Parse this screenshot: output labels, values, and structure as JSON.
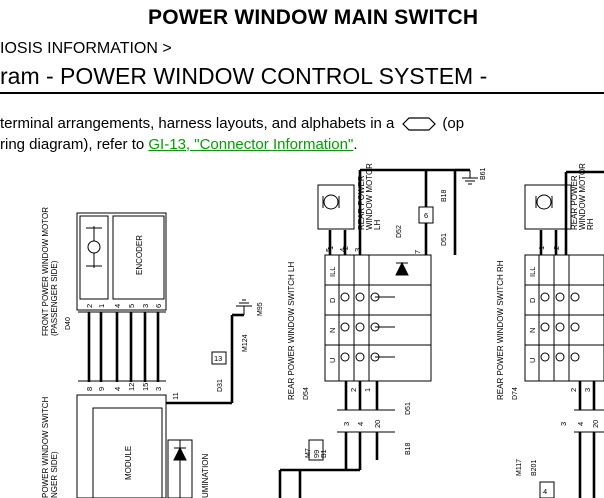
{
  "header": {
    "title": "POWER WINDOW MAIN SWITCH",
    "breadcrumb": "IOSIS INFORMATION >",
    "section_title": "ram - POWER WINDOW CONTROL SYSTEM -"
  },
  "intro": {
    "line1_text": "terminal arrangements, harness layouts, and alphabets in a",
    "line1_tail": "(op",
    "line2_text": "ring diagram), refer to ",
    "link_text": "GI-13, \"Connector Information\"",
    "line2_end": "."
  },
  "diagram": {
    "front_motor_label_1": "FRONT POWER WINDOW MOTOR",
    "front_motor_label_2": "(PASSENGER SIDE)",
    "front_motor_conn": "D40",
    "encoder_label": "ENCODER",
    "front_motor_pins": [
      "2",
      "1",
      "4",
      "5",
      "3",
      "6"
    ],
    "front_switch_label_1": "POWER WINDOW SWITCH",
    "front_switch_label_2": "NGER SIDE)",
    "front_switch_pins": [
      "8",
      "9",
      "4",
      "12",
      "15",
      "3"
    ],
    "module_label": "MODULE",
    "illum_label": "UMINATION",
    "wire_pin_11": "11",
    "conn_d31": "D31",
    "conn_13": "13",
    "conn_m124": "M124",
    "conn_m95": "M95",
    "rear_lh_motor_1": "REAR POWER",
    "rear_lh_motor_2": "WINDOW MOTOR",
    "rear_lh_motor_3": "LH",
    "rear_lh_conn": "D52",
    "rear_lh_motor_pins": [
      "1",
      "2"
    ],
    "rear_lh_switch_label": "REAR POWER WINDOW SWITCH LH",
    "rear_lh_switch_conn": "D54",
    "lh_switch_top_pins": [
      "5",
      "4",
      "3"
    ],
    "lh_switch_rows": [
      "ILL",
      "D",
      "N",
      "U"
    ],
    "lh_switch_bottom_pins": [
      "2",
      "1",
      "7"
    ],
    "pin_6": "6",
    "conn_b18": "B18",
    "conn_b61": "B61",
    "conn_d51": "D51",
    "lh_lower_pins": [
      "3",
      "4",
      "20"
    ],
    "conn_d51_b": "D51",
    "conn_b18_b": "B18",
    "conn_m7": "M7",
    "conn_b1": "B1",
    "pin_99": "99",
    "rear_rh_motor_1": "REAR POWER",
    "rear_rh_motor_2": "WINDOW MOTOR",
    "rear_rh_motor_3": "RH",
    "rear_rh_motor_pins": [
      "1",
      "2"
    ],
    "rear_rh_switch_label": "REAR POWER WINDOW SWITCH RH",
    "rear_rh_switch_conn": "D74",
    "rh_switch_rows": [
      "ILL",
      "D",
      "N",
      "U"
    ],
    "rh_lower_pins": [
      "3",
      "4",
      "20"
    ],
    "rh_bottom_pins": [
      "2",
      "3"
    ],
    "conn_m117": "M117",
    "conn_b201": "B201",
    "pin_4": "4"
  }
}
